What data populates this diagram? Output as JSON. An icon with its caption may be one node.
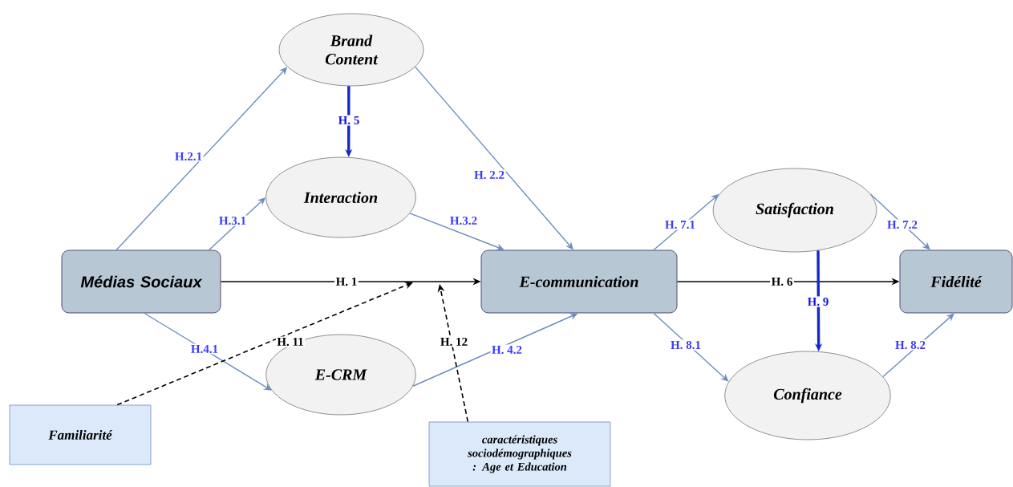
{
  "diagram": {
    "nodes": [
      {
        "text": [
          "Brand Content"
        ]
      },
      {
        "text": [
          "Interaction"
        ]
      },
      {
        "text": [
          "Médias Sociaux"
        ]
      },
      {
        "text": [
          "E-communication"
        ]
      },
      {
        "text": [
          "Satisfaction"
        ]
      },
      {
        "text": [
          "Fidélité"
        ]
      },
      {
        "text": [
          "E-CRM"
        ]
      },
      {
        "text": [
          "Confiance"
        ]
      },
      {
        "text": [
          "Familiarité"
        ]
      },
      {
        "text": [
          "caractéristiques sociodémographiques : Age et Education"
        ]
      }
    ],
    "edges": [
      {
        "from": 2,
        "to": 0,
        "arrow": "to",
        "label": "H.2.1"
      },
      {
        "from": 0,
        "to": 1,
        "arrow": "to",
        "label": "H. 5",
        "style": "thick",
        "color": "#1428c8"
      },
      {
        "from": 0,
        "to": 3,
        "arrow": "to",
        "label": "H. 2.2"
      },
      {
        "from": 2,
        "to": 1,
        "arrow": "to",
        "label": "H.3.1"
      },
      {
        "from": 1,
        "to": 3,
        "arrow": "to",
        "label": "H.3.2"
      },
      {
        "from": 2,
        "to": 3,
        "arrow": "to",
        "label": "H. 1",
        "color": "#000000"
      },
      {
        "from": 2,
        "to": 6,
        "arrow": "to",
        "label": "H.4.1"
      },
      {
        "from": 6,
        "to": 3,
        "arrow": "to",
        "label": "H. 4.2"
      },
      {
        "from": 3,
        "to": 4,
        "arrow": "to",
        "label": "H. 7.1"
      },
      {
        "from": 4,
        "to": 5,
        "arrow": "to",
        "label": "H. 7.2"
      },
      {
        "from": 3,
        "to": 5,
        "arrow": "to",
        "label": "H. 6",
        "color": "#000000"
      },
      {
        "from": 4,
        "to": 7,
        "arrow": "to",
        "label": "H. 9",
        "style": "thick",
        "color": "#1428c8"
      },
      {
        "from": 3,
        "to": 7,
        "arrow": "to",
        "label": "H. 8.1"
      },
      {
        "from": 7,
        "to": 5,
        "arrow": "to",
        "label": "H. 8.2"
      },
      {
        "from": 8,
        "to": null,
        "arrow": "to",
        "label": "H. 11",
        "style": "dashed",
        "color": "#000000"
      },
      {
        "from": 9,
        "to": null,
        "arrow": "to",
        "label": "H. 12",
        "style": "dashed",
        "color": "#000000"
      }
    ]
  }
}
